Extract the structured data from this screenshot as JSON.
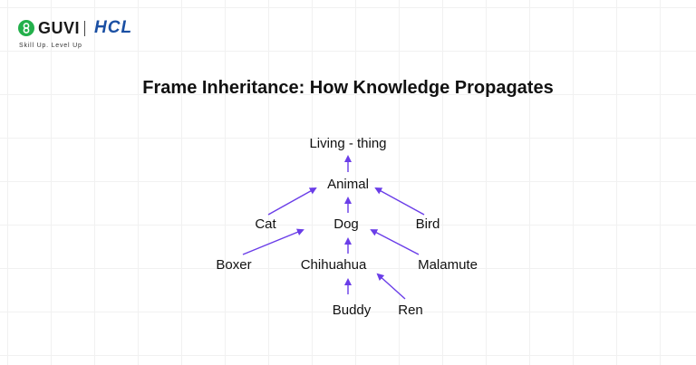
{
  "brand": {
    "guvi": "GUVI",
    "hcl": "HCL",
    "tagline": "Skill Up. Level Up"
  },
  "title": "Frame Inheritance: How Knowledge Propagates",
  "nodes": {
    "living_thing": "Living - thing",
    "animal": "Animal",
    "cat": "Cat",
    "dog": "Dog",
    "bird": "Bird",
    "boxer": "Boxer",
    "chihuahua": "Chihuahua",
    "malamute": "Malamute",
    "buddy": "Buddy",
    "ren": "Ren"
  },
  "edges": [
    {
      "from": "animal",
      "to": "living_thing"
    },
    {
      "from": "dog",
      "to": "animal"
    },
    {
      "from": "cat",
      "to": "animal"
    },
    {
      "from": "bird",
      "to": "animal"
    },
    {
      "from": "chihuahua",
      "to": "dog"
    },
    {
      "from": "boxer",
      "to": "dog"
    },
    {
      "from": "malamute",
      "to": "dog"
    },
    {
      "from": "buddy",
      "to": "chihuahua"
    },
    {
      "from": "ren",
      "to": "chihuahua"
    }
  ],
  "colors": {
    "arrow": "#6a3de8",
    "guvi_green": "#23b04b",
    "hcl_blue": "#1a4fa3"
  }
}
